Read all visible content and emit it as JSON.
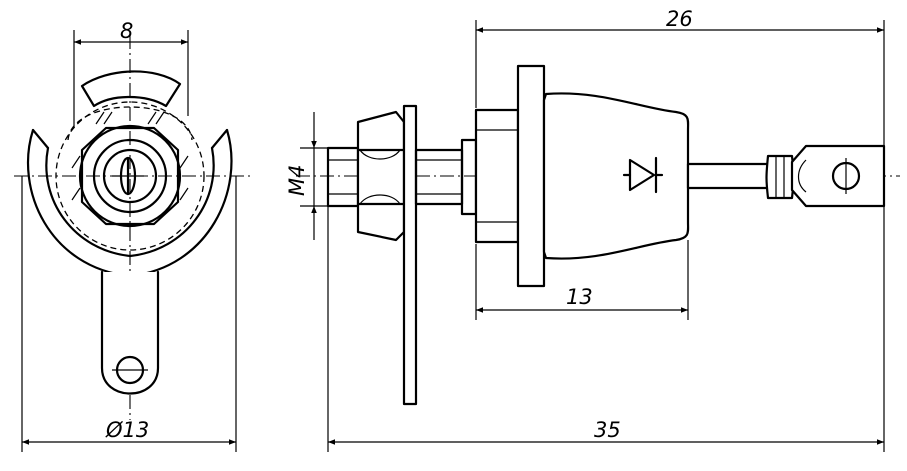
{
  "dimensions": {
    "top_width": "8",
    "diameter": "Ø13",
    "thread": "M4",
    "body_to_terminal": "26",
    "housing_length": "13",
    "overall_length": "35"
  }
}
